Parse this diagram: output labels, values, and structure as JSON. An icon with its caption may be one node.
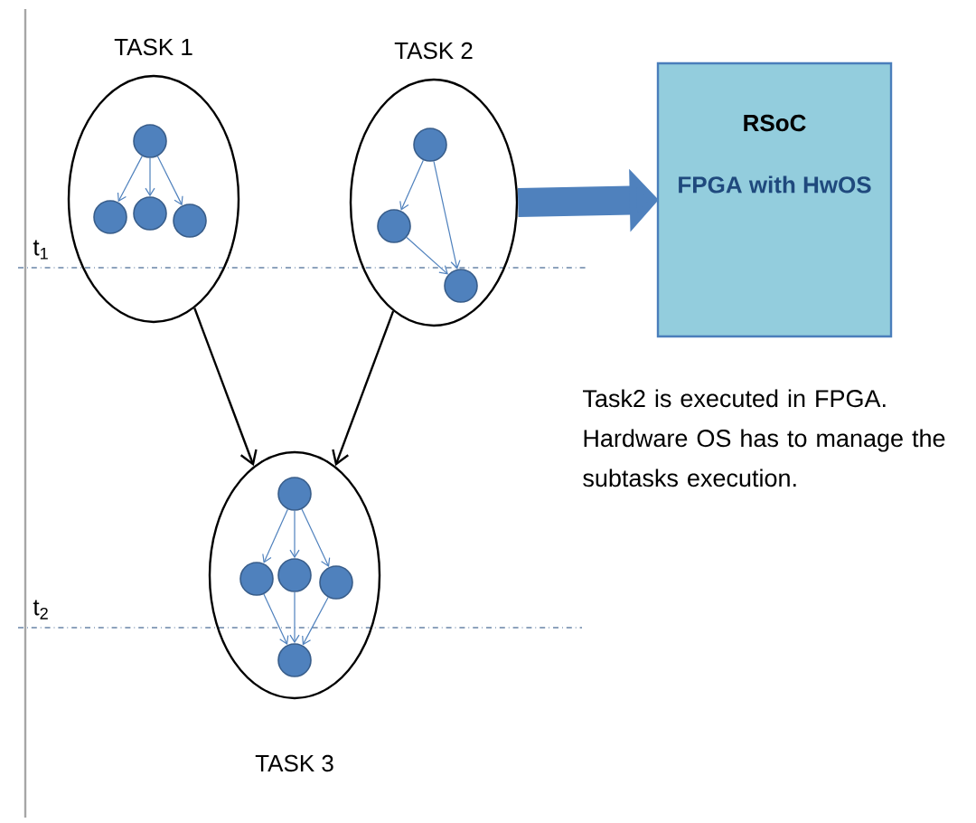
{
  "diagram": {
    "nodes": [
      {
        "text": [
          "TASK 1"
        ]
      },
      {
        "text": [],
        "shape": "circle",
        "in": 0
      },
      {
        "text": [],
        "shape": "circle",
        "in": 0
      },
      {
        "text": [],
        "shape": "circle",
        "in": 0
      },
      {
        "text": [],
        "shape": "circle",
        "in": 0
      },
      {
        "text": [
          "TASK 2"
        ]
      },
      {
        "text": [],
        "shape": "circle",
        "in": 5
      },
      {
        "text": [],
        "shape": "circle",
        "in": 5
      },
      {
        "text": [],
        "shape": "circle",
        "in": 5
      },
      {
        "text": [
          "RSoC",
          "FPGA with HwOS"
        ]
      },
      {
        "text": [
          "TASK 3"
        ]
      },
      {
        "text": [],
        "shape": "circle",
        "in": 10
      },
      {
        "text": [],
        "shape": "circle",
        "in": 10
      },
      {
        "text": [],
        "shape": "circle",
        "in": 10
      },
      {
        "text": [],
        "shape": "circle",
        "in": 10
      },
      {
        "text": [],
        "shape": "circle",
        "in": 10
      }
    ],
    "edges": [
      {
        "from": 1,
        "to": 2,
        "arrow": "to"
      },
      {
        "from": 1,
        "to": 3,
        "arrow": "to"
      },
      {
        "from": 1,
        "to": 4,
        "arrow": "to"
      },
      {
        "from": 6,
        "to": 7,
        "arrow": "to"
      },
      {
        "from": 6,
        "to": 8,
        "arrow": "to"
      },
      {
        "from": 7,
        "to": 8,
        "arrow": "to"
      },
      {
        "from": 11,
        "to": 12,
        "arrow": "to"
      },
      {
        "from": 11,
        "to": 13,
        "arrow": "to"
      },
      {
        "from": 11,
        "to": 14,
        "arrow": "to"
      },
      {
        "from": 12,
        "to": 15,
        "arrow": "to"
      },
      {
        "from": 13,
        "to": 15,
        "arrow": "to"
      },
      {
        "from": 14,
        "to": 15,
        "arrow": "to"
      },
      {
        "from": 0,
        "to": 10,
        "arrow": "to",
        "color": "#000000"
      },
      {
        "from": 5,
        "to": 10,
        "arrow": "to",
        "color": "#000000"
      },
      {
        "from": 5,
        "to": 9,
        "arrow": "to",
        "style": "thick",
        "color": "#4f81bd"
      }
    ],
    "labels": [
      "t$_{1}$",
      "t$_{2}$",
      "Task2 is executed in FPGA. Hardware OS has to manage the subtasks execution."
    ]
  }
}
